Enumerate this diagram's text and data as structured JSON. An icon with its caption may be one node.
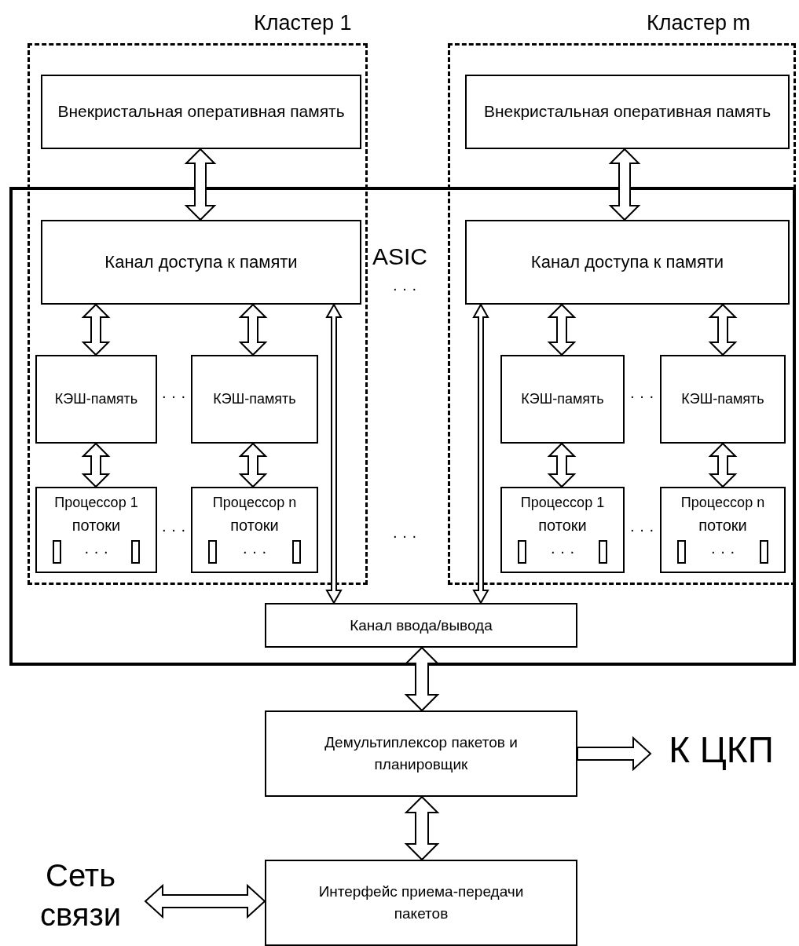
{
  "diagram": {
    "nodes": [
      {
        "text": [
          "Кластер 1"
        ]
      },
      {
        "text": [
          "Кластер m"
        ]
      },
      {
        "text": [
          "ASIC"
        ]
      },
      {
        "text": [
          "Внекристальная оперативная память"
        ],
        "in": 0
      },
      {
        "text": [
          "Канал доступа к памяти"
        ]
      },
      {
        "text": [
          "КЭШ-память"
        ]
      },
      {
        "text": [
          "КЭШ-память"
        ]
      },
      {
        "text": [
          "Процессор 1",
          "потоки",
          "· · ·"
        ]
      },
      {
        "text": [
          "Процессор n",
          "потоки",
          "· · ·"
        ]
      },
      {
        "text": [
          "Внекристальная оперативная память"
        ],
        "in": 1
      },
      {
        "text": [
          "Канал доступа к памяти"
        ]
      },
      {
        "text": [
          "КЭШ-память"
        ]
      },
      {
        "text": [
          "КЭШ-память"
        ]
      },
      {
        "text": [
          "Процессор 1",
          "потоки",
          "· · ·"
        ]
      },
      {
        "text": [
          "Процессор n",
          "потоки",
          "· · ·"
        ]
      },
      {
        "text": [
          "Канал ввода/вывода"
        ],
        "in": 2
      },
      {
        "text": [
          "Демультиплексор пакетов и планировщик"
        ]
      },
      {
        "text": [
          "Интерфейс приема-передачи пакетов"
        ]
      },
      {
        "text": [
          "К ЦКП"
        ]
      },
      {
        "text": [
          "Сеть связи"
        ]
      }
    ],
    "edges": [
      {
        "from": 3,
        "to": 4,
        "arrow": "both"
      },
      {
        "from": 4,
        "to": 5,
        "arrow": "both"
      },
      {
        "from": 4,
        "to": 6,
        "arrow": "both"
      },
      {
        "from": 5,
        "to": 7,
        "arrow": "both"
      },
      {
        "from": 6,
        "to": 8,
        "arrow": "both"
      },
      {
        "from": 4,
        "to": 15,
        "arrow": "both"
      },
      {
        "from": 9,
        "to": 10,
        "arrow": "both"
      },
      {
        "from": 10,
        "to": 11,
        "arrow": "both"
      },
      {
        "from": 10,
        "to": 12,
        "arrow": "both"
      },
      {
        "from": 11,
        "to": 13,
        "arrow": "both"
      },
      {
        "from": 12,
        "to": 14,
        "arrow": "both"
      },
      {
        "from": 10,
        "to": 15,
        "arrow": "both"
      },
      {
        "from": 15,
        "to": 16,
        "arrow": "both"
      },
      {
        "from": 16,
        "to": 18,
        "arrow": "to"
      },
      {
        "from": 16,
        "to": 17,
        "arrow": "both"
      },
      {
        "from": 19,
        "to": 17,
        "arrow": "both"
      }
    ],
    "labels": [
      "· · ·",
      "· · ·",
      "· · ·",
      "· · ·",
      "· · ·",
      "· · ·"
    ]
  }
}
